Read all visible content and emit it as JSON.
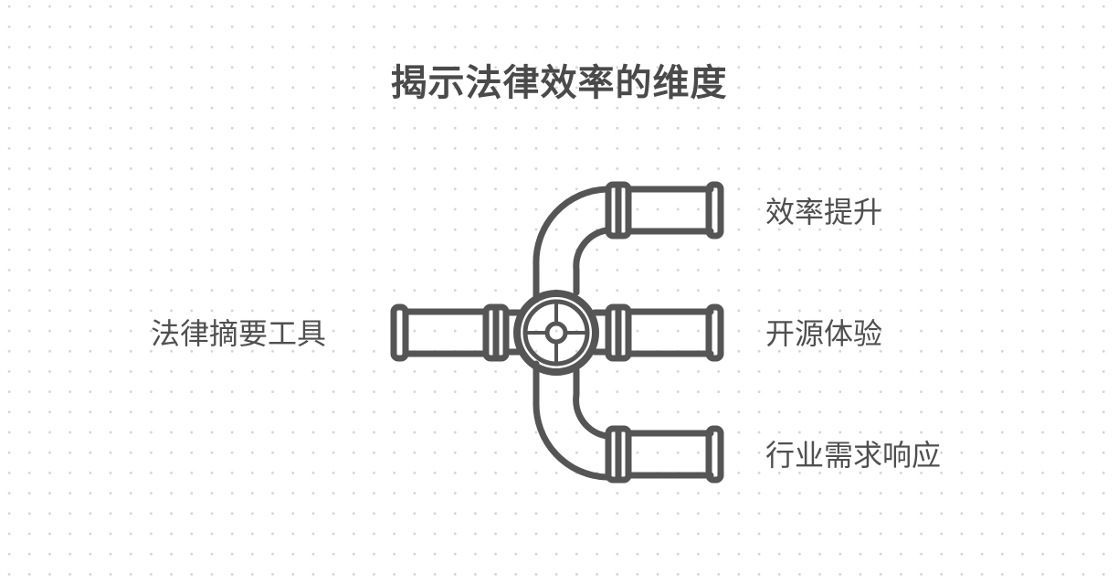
{
  "title": "揭示法律效率的维度",
  "center_node": {
    "label": "法律摘要工具",
    "icon": "valve-wheel-icon"
  },
  "branches": [
    {
      "label": "效率提升",
      "position": "top-right"
    },
    {
      "label": "开源体验",
      "position": "middle-right"
    },
    {
      "label": "行业需求响应",
      "position": "bottom-right"
    }
  ],
  "colors": {
    "pipe_stroke": "#555555",
    "text": "#4f4f4f",
    "background": "#ffffff",
    "grid_dot": "#d4d4d4"
  }
}
